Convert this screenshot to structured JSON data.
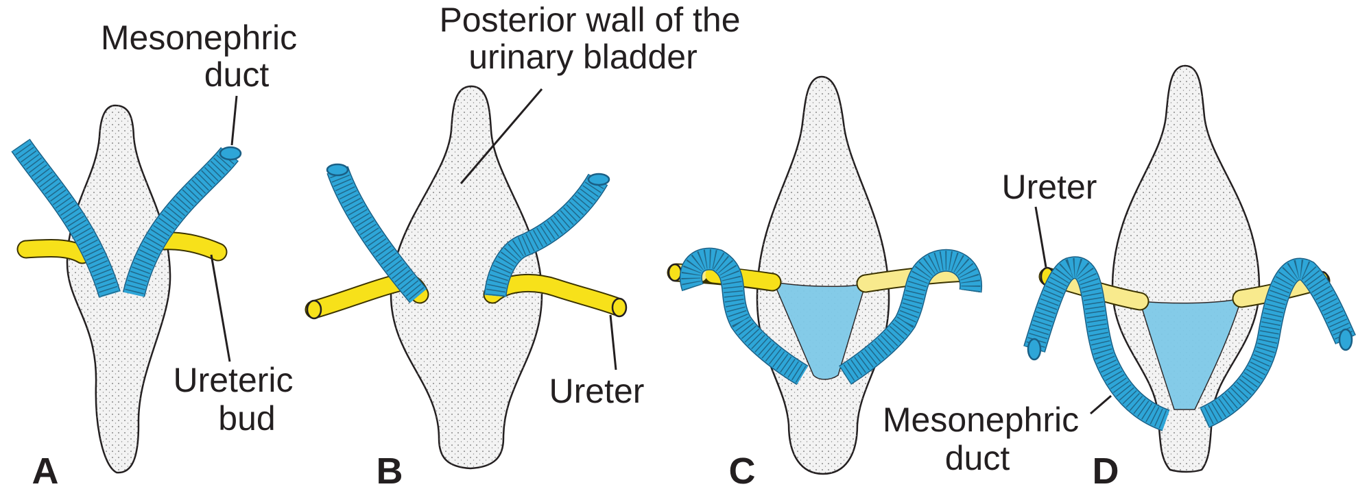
{
  "figure": {
    "panel_letters": [
      "A",
      "B",
      "C",
      "D"
    ],
    "labels": {
      "a_mesonephric_duct": [
        "Mesonephric",
        "duct"
      ],
      "a_ureteric_bud": [
        "Ureteric",
        "bud"
      ],
      "b_posterior_wall": [
        "Posterior wall of the",
        "urinary bladder"
      ],
      "b_ureter": "Ureter",
      "d_ureter": "Ureter",
      "d_mesonephric_duct": [
        "Mesonephric",
        "duct"
      ]
    }
  },
  "colors": {
    "mesonephric_duct": "#2ea6d8",
    "ureter": "#f7e11a",
    "trigone": "#7fc9e8",
    "bladder": "#f3f3f3"
  }
}
